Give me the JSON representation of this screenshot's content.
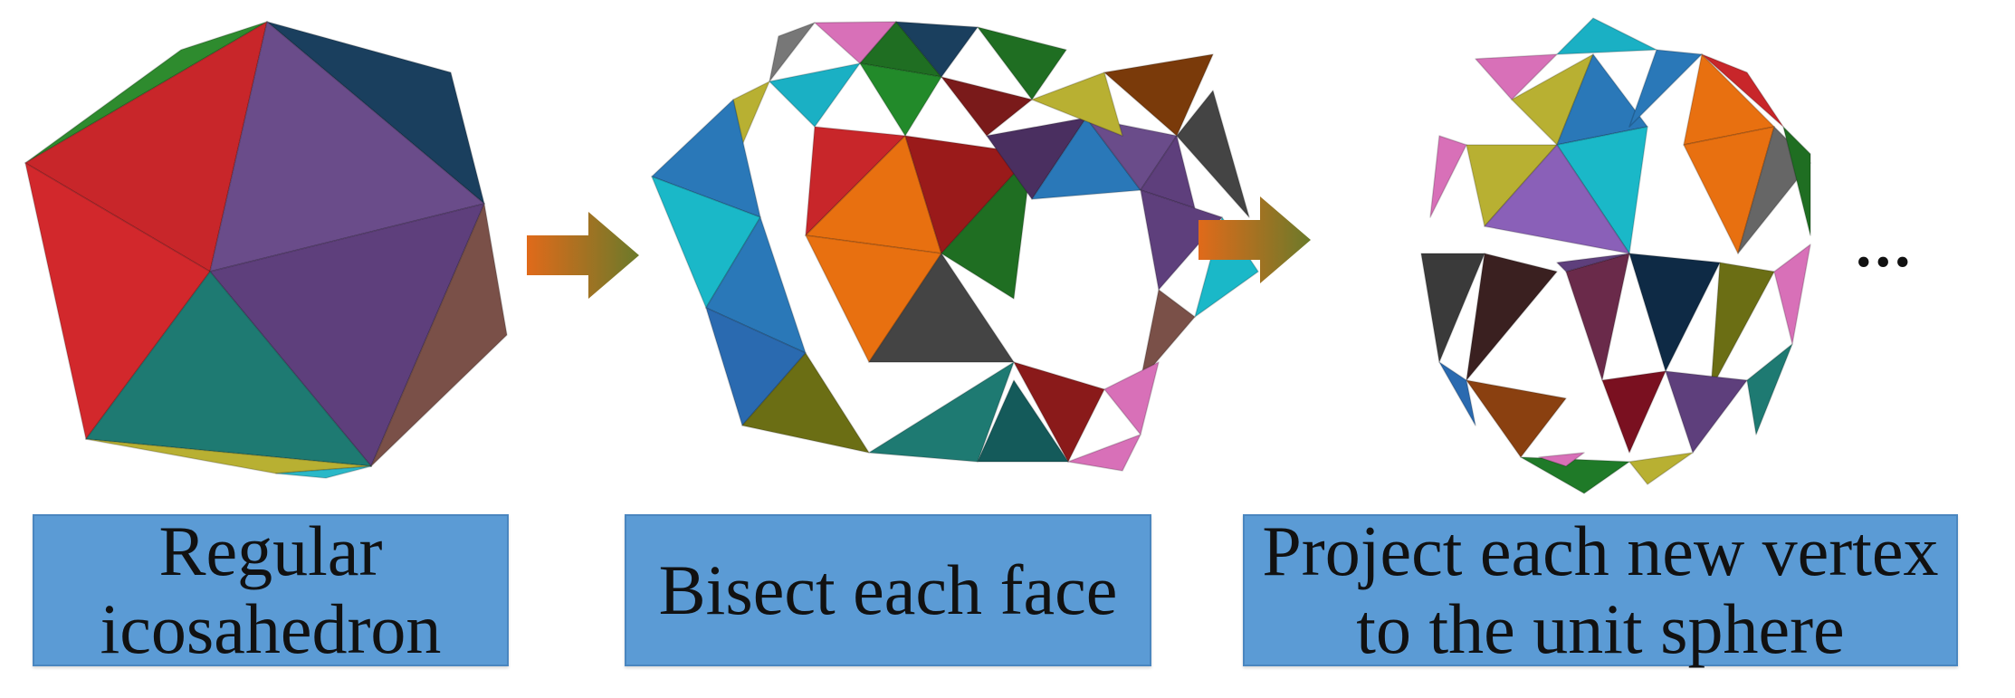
{
  "steps": [
    {
      "label": "Regular\nicosahedron",
      "shape": "icosahedron-solid"
    },
    {
      "label": "Bisect each face",
      "shape": "bisected-icosahedron"
    },
    {
      "label": "Project each new vertex\nto the unit sphere",
      "shape": "geodesic-sphere"
    }
  ],
  "ellipsis": "...",
  "colors": {
    "box_fill": "#5b9bd5",
    "arrow_start": "#e06a1a",
    "arrow_end": "#6b7a2a"
  }
}
